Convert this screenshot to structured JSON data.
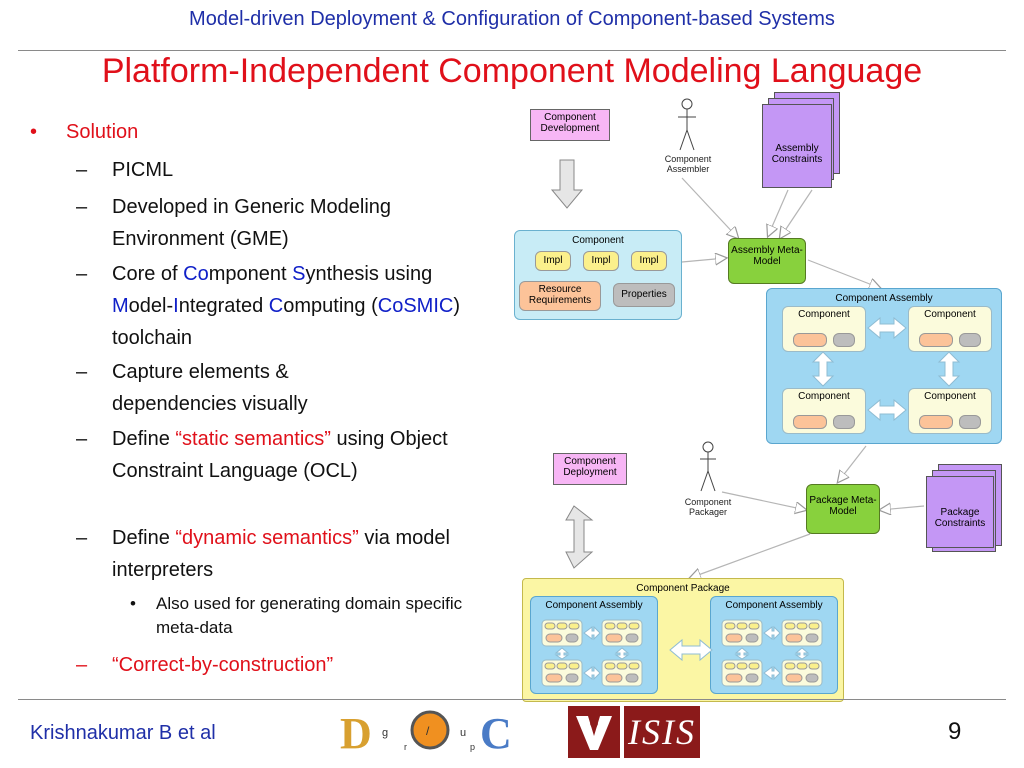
{
  "header": {
    "title": "Model-driven Deployment & Configuration of Component-based Systems"
  },
  "slide": {
    "title": "Platform-Independent Component Modeling Language"
  },
  "bullets": {
    "solution": "Solution",
    "picml": "PICML",
    "gme": "Developed in Generic Modeling Environment (GME)",
    "cosmic": {
      "p1": "Core of ",
      "c1": "Co",
      "p2": "mponent ",
      "c2": "S",
      "p3": "ynthesis using ",
      "c3": "M",
      "p4": "odel-",
      "c4": "I",
      "p5": "ntegrated ",
      "c5": "C",
      "p6": "omputing (",
      "c6": "CoSMIC",
      "p7": ") toolchain"
    },
    "capture": "Capture elements & dependencies visually",
    "static": {
      "pre": "Define ",
      "hl": "“static semantics”",
      "post": " using Object Constraint Language (OCL)"
    },
    "dynamic": {
      "pre": "Define ",
      "hl": "“dynamic semantics”",
      "post": " via model interpreters"
    },
    "also": "Also used for generating domain specific meta-data",
    "correct": "“Correct-by-construction”"
  },
  "diagram": {
    "component_development": "Component Development",
    "component_assembler": "Component Assembler",
    "assembly_constraints": "Assembly Constraints",
    "component": "Component",
    "impl": "Impl",
    "resource_requirements": "Resource Requirements",
    "properties": "Properties",
    "assembly_meta_model": "Assembly Meta-Model",
    "component_assembly": "Component Assembly",
    "component_deployment": "Component Deployment",
    "component_packager": "Component Packager",
    "package_meta_model": "Package Meta-Model",
    "package_constraints": "Package Constraints",
    "component_package": "Component Package"
  },
  "footer": {
    "author": "Krishnakumar B et al",
    "page": "9",
    "logo_doc": "DOC",
    "logo_doc_letters": [
      "g",
      "r",
      "u",
      "p"
    ],
    "logo_isis": "ISIS"
  },
  "colors": {
    "title_red": "#e0101a",
    "header_blue": "#1f2fa8",
    "meta_green": "#88d13d",
    "constraint_purple": "#c497f5"
  }
}
